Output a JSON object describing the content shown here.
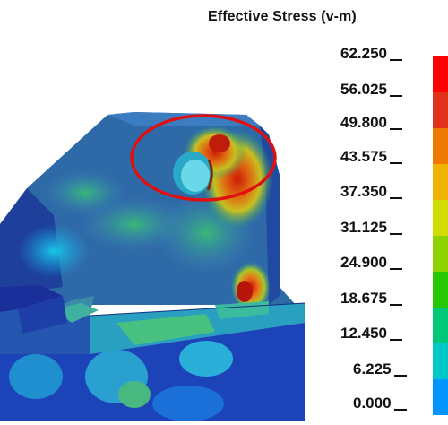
{
  "legend": {
    "title": "Effective Stress (v-m)",
    "labels": [
      "62.250",
      "56.025",
      "49.800",
      "43.575",
      "37.350",
      "31.125",
      "24.900",
      "18.675",
      "12.450",
      "6.225",
      "0.000"
    ],
    "colors": [
      "#ff0000",
      "#e0321a",
      "#f07a00",
      "#f0b400",
      "#d2dc00",
      "#8cd200",
      "#28c800",
      "#00c878",
      "#00c8c8",
      "#0096ff",
      "#1e28d2"
    ]
  },
  "annotation": {
    "shape": "ellipse",
    "color": "#e01010"
  }
}
